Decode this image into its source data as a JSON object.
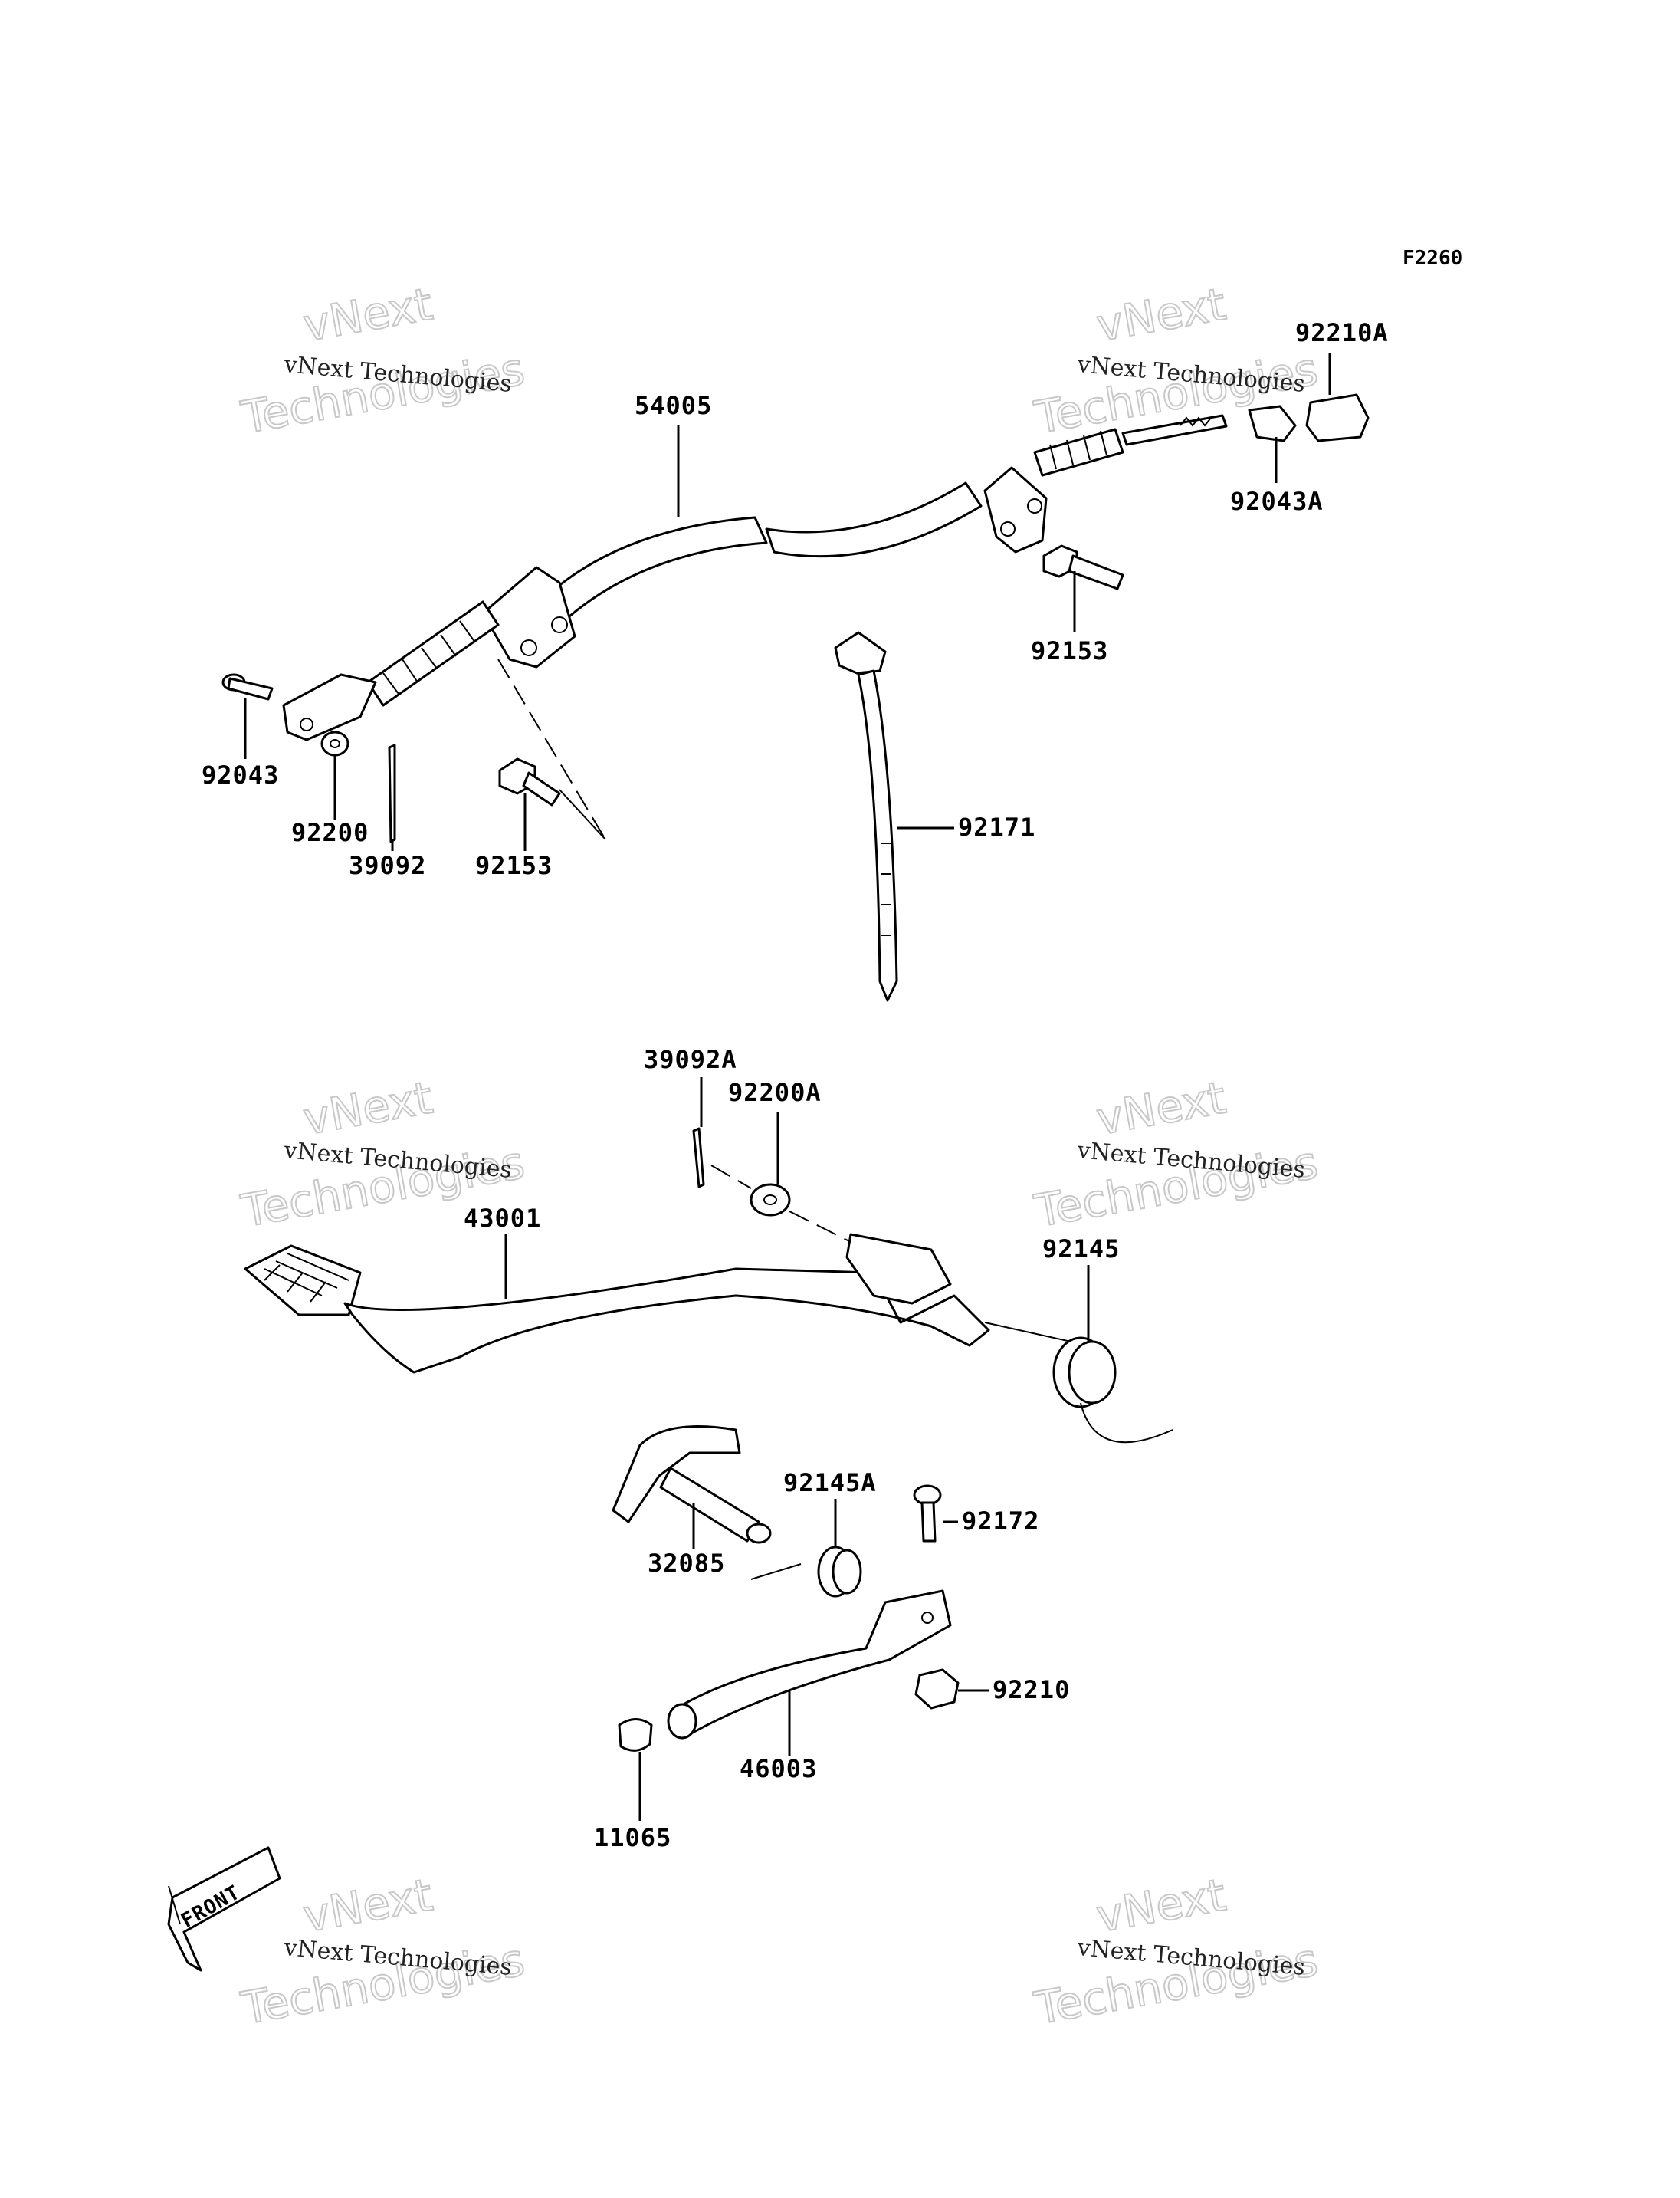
{
  "figure_code": "F2260",
  "watermark": {
    "line1": "vNext Technologies",
    "line2_a": "vNext",
    "line2_b": "Technologies"
  },
  "front_badge": "FRONT",
  "part_numbers": {
    "p54005": "54005",
    "p92210A": "92210A",
    "p92043A": "92043A",
    "p92153_upper": "92153",
    "p92043": "92043",
    "p92200": "92200",
    "p39092": "39092",
    "p92153_lower": "92153",
    "p92171": "92171",
    "p39092A": "39092A",
    "p92200A": "92200A",
    "p43001": "43001",
    "p92145": "92145",
    "p92145A": "92145A",
    "p92172": "92172",
    "p32085": "32085",
    "p92210": "92210",
    "p46003": "46003",
    "p11065": "11065"
  },
  "colors": {
    "line": "#000000",
    "watermark": "#c8c8c8",
    "background": "#ffffff"
  }
}
